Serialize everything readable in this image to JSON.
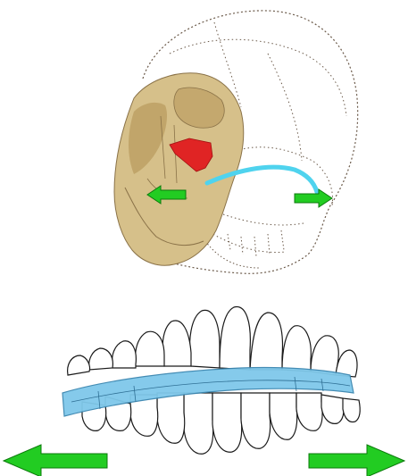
{
  "illustration": {
    "skull": {
      "icon": "skull-outline-icon",
      "bone_fill": "#d6c08a",
      "bone_shadow": "#b89a5c",
      "outline": "#6b5a4a"
    },
    "nasal_region": {
      "icon": "red-nasal-cavity-icon",
      "color": "#e02424"
    },
    "cyan_path": {
      "icon": "cyan-curve-icon",
      "color": "#4fd3ee"
    },
    "skull_arrows": {
      "color": "#22cc22",
      "items": [
        {
          "name": "skull-arrow-left",
          "direction": "left"
        },
        {
          "name": "skull-arrow-right",
          "direction": "right"
        }
      ]
    },
    "teeth": {
      "icon": "dental-arch-icon",
      "outline": "#1a1a1a"
    },
    "appliance": {
      "icon": "palatal-expander-icon",
      "color": "#7fc8ea"
    },
    "bottom_arrows": {
      "color": "#22cc22",
      "items": [
        {
          "name": "bottom-arrow-left",
          "direction": "left"
        },
        {
          "name": "bottom-arrow-right",
          "direction": "right"
        }
      ]
    }
  }
}
